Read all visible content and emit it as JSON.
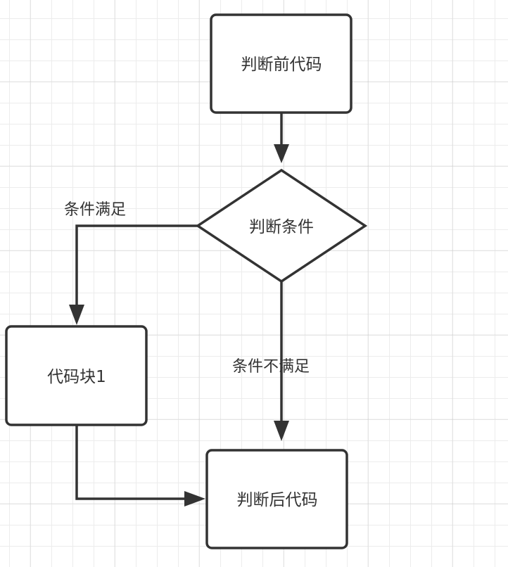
{
  "diagram": {
    "type": "flowchart",
    "colors": {
      "stroke": "#333333",
      "text": "#333333",
      "node_fill": "#ffffff",
      "grid": "#ececec",
      "background": "#ffffff"
    },
    "nodes": {
      "before": {
        "label": "判断前代码",
        "shape": "rounded-rectangle"
      },
      "condition": {
        "label": "判断条件",
        "shape": "diamond"
      },
      "block1": {
        "label": "代码块1",
        "shape": "rounded-rectangle"
      },
      "after": {
        "label": "判断后代码",
        "shape": "rounded-rectangle"
      }
    },
    "edges": {
      "before_to_condition": {
        "from": "before",
        "to": "condition",
        "label": ""
      },
      "condition_to_block1": {
        "from": "condition",
        "to": "block1",
        "label": "条件满足"
      },
      "condition_to_after": {
        "from": "condition",
        "to": "after",
        "label": "条件不满足"
      },
      "block1_to_after": {
        "from": "block1",
        "to": "after",
        "label": ""
      }
    }
  }
}
